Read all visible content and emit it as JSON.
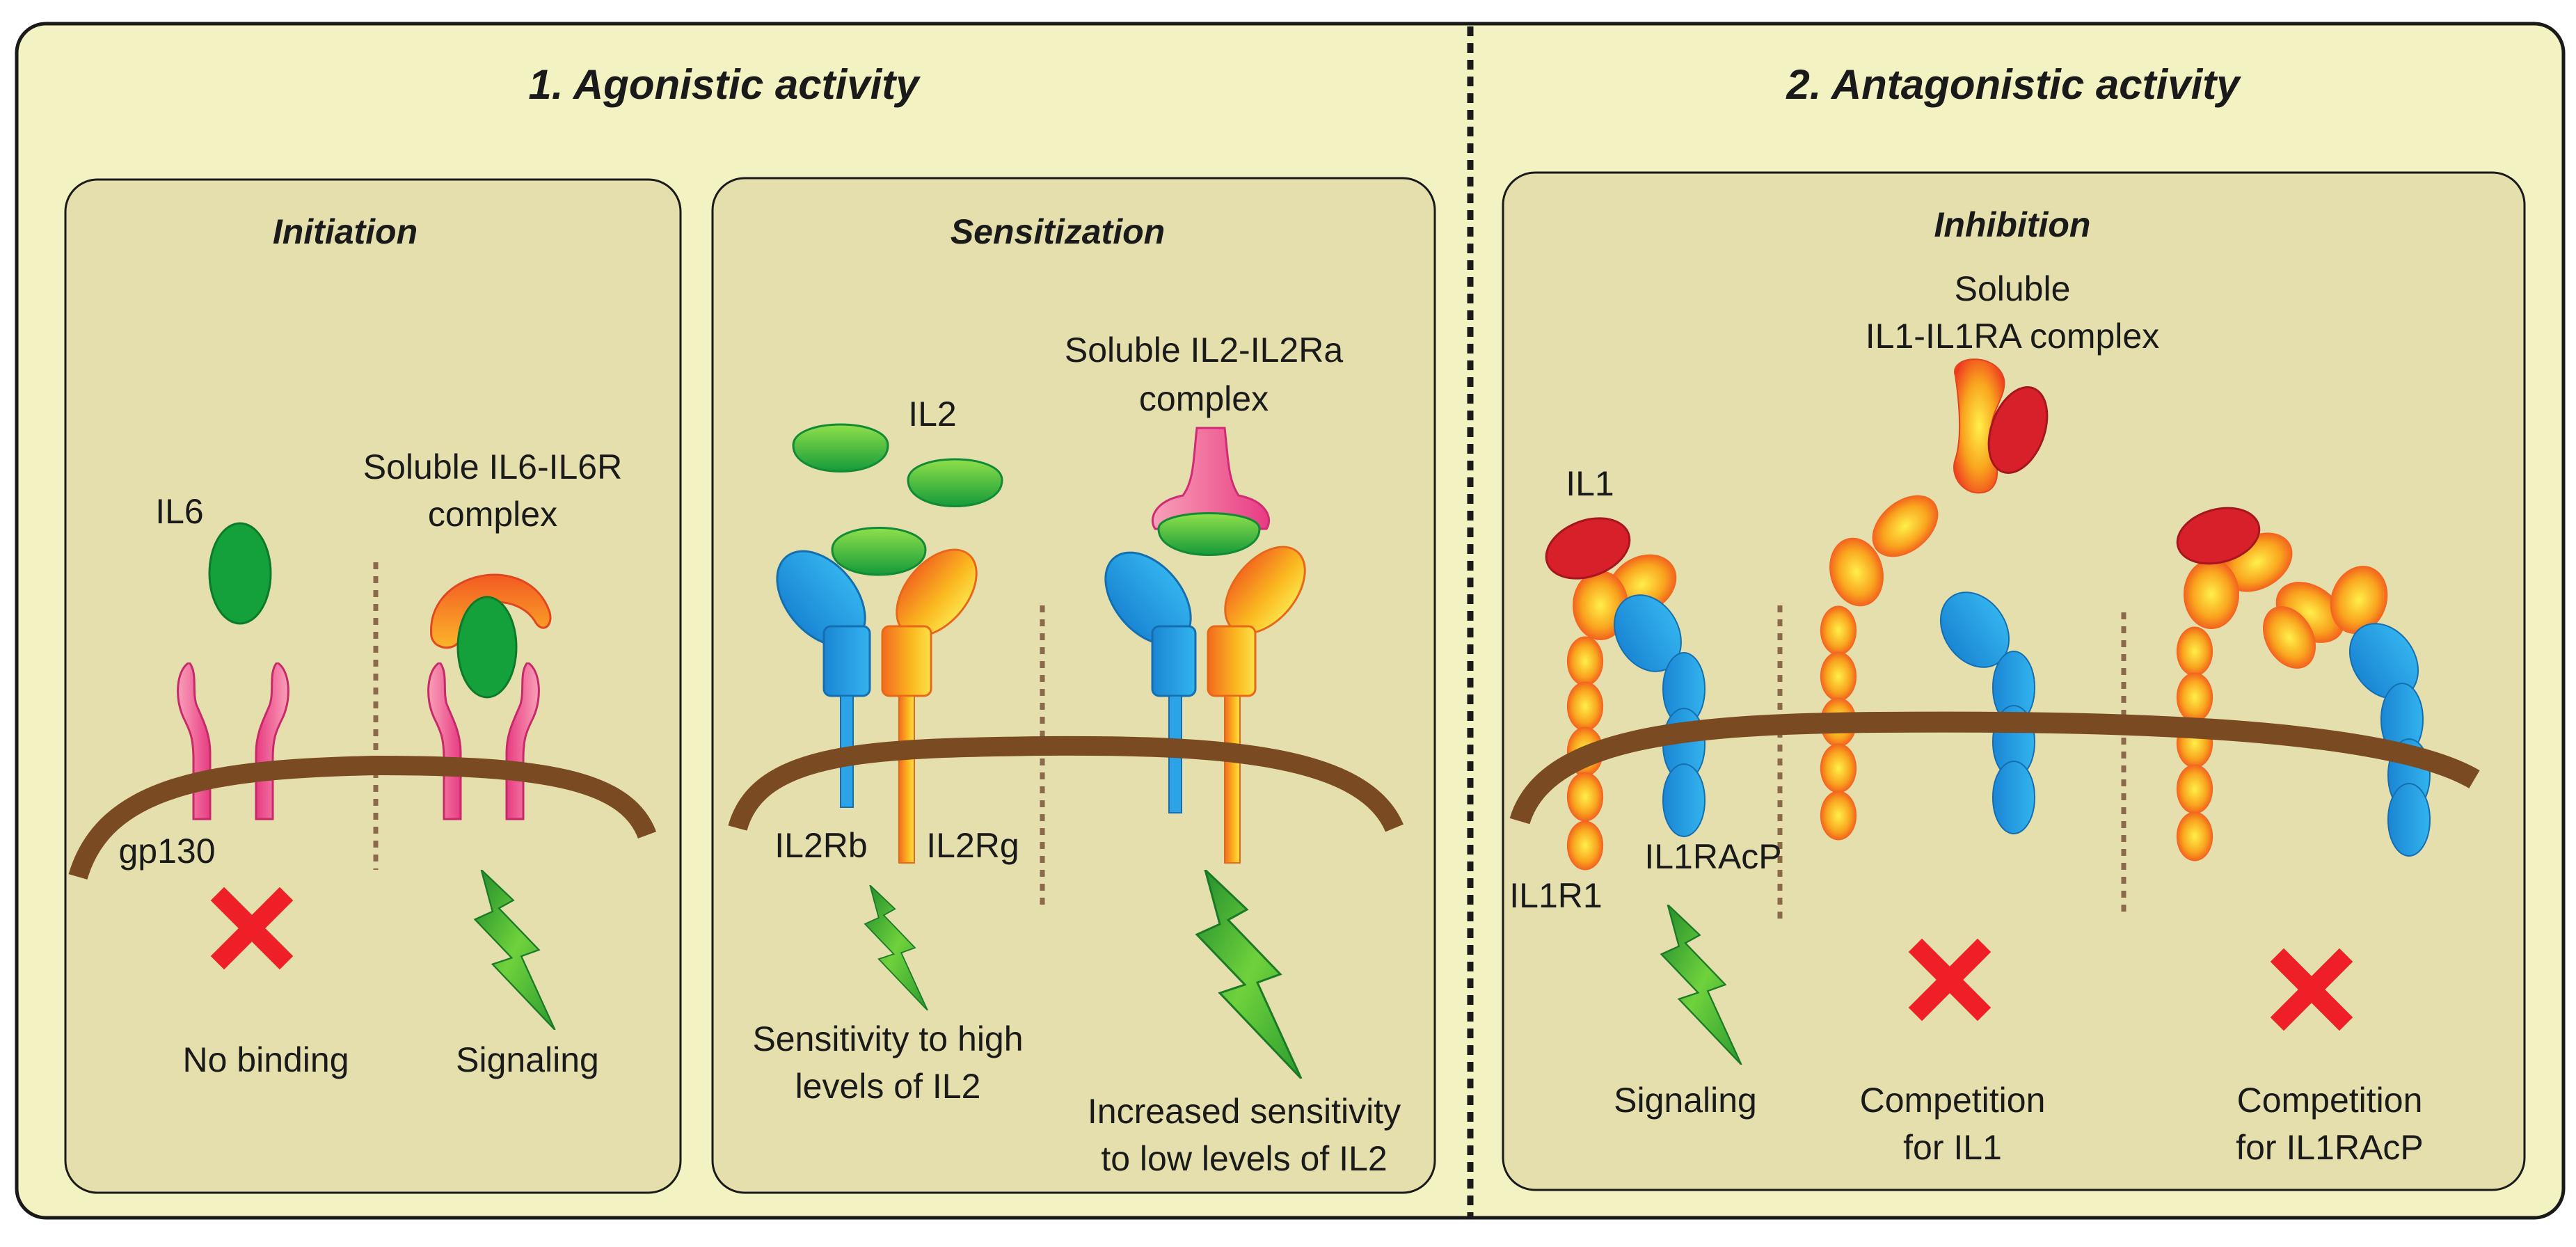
{
  "colors": {
    "outer_bg": "#f3f2c2",
    "panel_bg": "#e4dfac",
    "membrane": "#7a4a22",
    "divider": "#8a6a4a",
    "il6": "#14a03a",
    "gp130": "#f06a98",
    "il6r": "#f25d2a",
    "il2": "#2fb54a",
    "il2rb": "#2ba3e6",
    "il2rg": "#f7a31a",
    "il2ra": "#f062a0",
    "il1": "#d8202a",
    "il1r1": "#f5881f",
    "il1racp": "#1f8fd6",
    "cross": "#ee1f26",
    "bolt": "#4fc234"
  },
  "sections": {
    "agonistic": {
      "title": "1. Agonistic activity"
    },
    "antagonistic": {
      "title": "2. Antagonistic activity"
    }
  },
  "panels": {
    "initiation": {
      "title": "Initiation",
      "il6": "IL6",
      "complex_line1": "Soluble IL6-IL6R",
      "complex_line2": "complex",
      "gp130": "gp130",
      "outcome_left": "No binding",
      "outcome_right": "Signaling",
      "icons": [
        "red-cross-icon",
        "lightning-bolt-icon"
      ]
    },
    "sensitization": {
      "title": "Sensitization",
      "il2": "IL2",
      "complex_line1": "Soluble IL2-IL2Ra",
      "complex_line2": "complex",
      "il2rb": "IL2Rb",
      "il2rg": "IL2Rg",
      "outcome_left_line1": "Sensitivity to high",
      "outcome_left_line2": "levels of IL2",
      "outcome_right_line1": "Increased sensitivity",
      "outcome_right_line2": "to low levels of IL2",
      "icons": [
        "lightning-bolt-icon",
        "lightning-bolt-icon"
      ]
    },
    "inhibition": {
      "title": "Inhibition",
      "complex_line1": "Soluble",
      "complex_line2": "IL1-IL1RA complex",
      "il1": "IL1",
      "il1r1": "IL1R1",
      "il1racp": "IL1RAcP",
      "outcome_1": "Signaling",
      "outcome_2_line1": "Competition",
      "outcome_2_line2": "for IL1",
      "outcome_3_line1": "Competition",
      "outcome_3_line2": "for IL1RAcP",
      "icons": [
        "lightning-bolt-icon",
        "red-cross-icon",
        "red-cross-icon"
      ]
    }
  }
}
